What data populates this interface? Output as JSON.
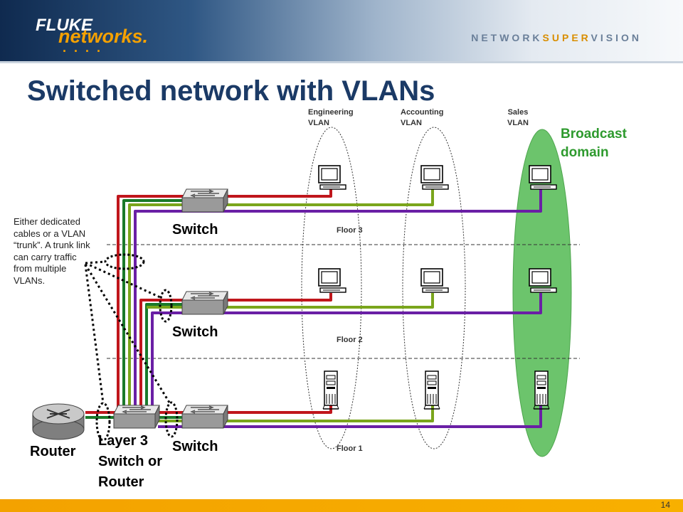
{
  "header": {
    "logo_brand": "FLUKE",
    "logo_sub": "networks.",
    "tagline_a": "NETWORK",
    "tagline_b": "SUPER",
    "tagline_c": "VISION"
  },
  "title": "Switched network with VLANs",
  "vlans": {
    "engineering_1": "Engineering",
    "engineering_2": "VLAN",
    "accounting_1": "Accounting",
    "accounting_2": "VLAN",
    "sales_1": "Sales",
    "sales_2": "VLAN"
  },
  "broadcast": {
    "line1": "Broadcast",
    "line2": "domain"
  },
  "floors": {
    "f3": "Floor 3",
    "f2": "Floor 2",
    "f1": "Floor 1"
  },
  "devices": {
    "switch_top": "Switch",
    "switch_mid": "Switch",
    "switch_bottom": "Switch",
    "router": "Router",
    "l3_line1": "Layer 3",
    "l3_line2": "Switch or",
    "l3_line3": "Router"
  },
  "note": "Either dedicated cables or a VLAN “trunk”. A trunk link can carry traffic from multiple VLANs.",
  "colors": {
    "red": "#c0161c",
    "green": "#1a7a2a",
    "olive": "#7aa51c",
    "purple": "#6a1fa5",
    "broadcast": "#6cc46c",
    "title": "#1b3a66"
  },
  "page_number": "14"
}
